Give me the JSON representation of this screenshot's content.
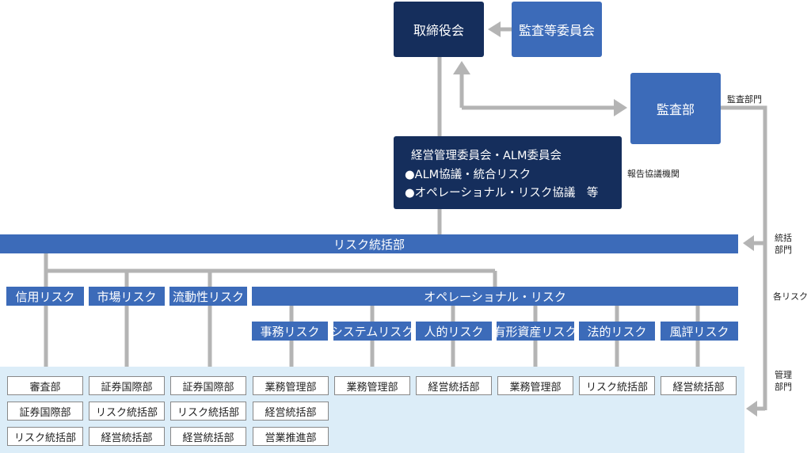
{
  "top": {
    "board": "取締役会",
    "audit_committee": "監査等委員会",
    "audit_dept": "監査部",
    "committee": {
      "title": "経営管理委員会・ALM委員会",
      "item1": "●ALM協議・統合リスク",
      "item2": "●オペレーショナル・リスク協議　等"
    }
  },
  "side_labels": {
    "audit_section": "監査部門",
    "report_body": "報告協議機関",
    "control_section_line1": "統括",
    "control_section_line2": "部門",
    "each_risk": "各リスク",
    "mgmt_section_line1": "管理",
    "mgmt_section_line2": "部門"
  },
  "risk_control": "リスク統括部",
  "risk_categories": {
    "credit": "信用リスク",
    "market": "市場リスク",
    "liquidity": "流動性リスク",
    "operational": "オペレーショナル・リスク"
  },
  "operational_subs": [
    "事務リスク",
    "システムリスク",
    "人的リスク",
    "有形資産リスク",
    "法的リスク",
    "風評リスク"
  ],
  "management_columns": [
    [
      "審査部",
      "証券国際部",
      "リスク統括部"
    ],
    [
      "証券国際部",
      "リスク統括部",
      "経営統括部"
    ],
    [
      "証券国際部",
      "リスク統括部",
      "経営統括部"
    ],
    [
      "業務管理部",
      "経営統括部",
      "営業推進部"
    ],
    [
      "業務管理部"
    ],
    [
      "経営統括部"
    ],
    [
      "業務管理部"
    ],
    [
      "リスク統括部"
    ],
    [
      "経営統括部"
    ]
  ],
  "colors": {
    "navy": "#152e5c",
    "blue": "#3c6bb9",
    "connector": "#b4b4b4",
    "mgmt_background": "#dcedf8"
  }
}
